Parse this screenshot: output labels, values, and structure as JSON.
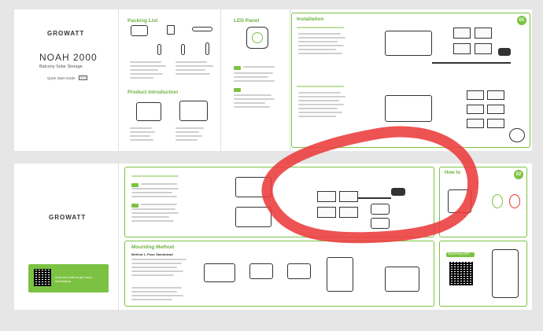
{
  "brand": {
    "logo": "GROWATT",
    "product": "NOAH 2000",
    "subtitle": "Balcony Solar Storage",
    "guide": "Quick Start Guide",
    "guide_badge": "V1.0"
  },
  "sections": {
    "packing_list": "Packing List",
    "led_panel": "LED Panel",
    "installation": "Installation",
    "product_intro": "Product Introduction",
    "mounting": "Mounting Method",
    "how_to": "How to"
  },
  "pages": {
    "p01": "01",
    "p02": "02"
  },
  "mounting": {
    "method": "Method 1: Floor Standstead"
  },
  "scan": {
    "text": "Scan the code to get more information."
  },
  "app": {
    "name": "ShinePhone APP"
  },
  "colors": {
    "accent": "#7cc242",
    "annotation": "#ec3b3b"
  }
}
